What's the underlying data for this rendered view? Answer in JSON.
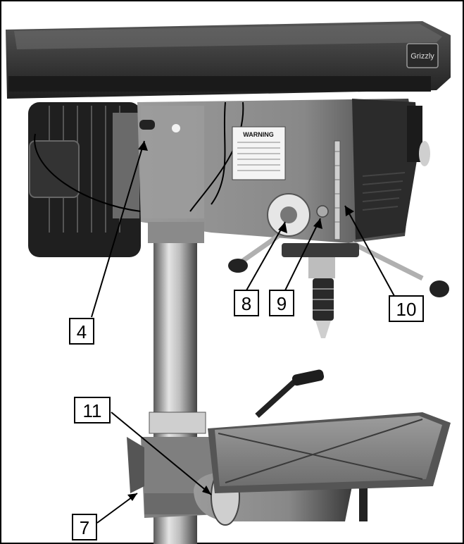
{
  "figure": {
    "brand_badge": "Grizzly",
    "warning_label": "WARNING",
    "callouts": [
      {
        "id": "4",
        "label": "4"
      },
      {
        "id": "8",
        "label": "8"
      },
      {
        "id": "9",
        "label": "9"
      },
      {
        "id": "10",
        "label": "10"
      },
      {
        "id": "11",
        "label": "11"
      },
      {
        "id": "7",
        "label": "7"
      }
    ]
  },
  "colors": {
    "frame": "#000000",
    "background": "#ffffff",
    "head_dark": "#2e2e2e",
    "casting_gray": "#8a8a8a",
    "column_steel": "#b8b8b8"
  }
}
